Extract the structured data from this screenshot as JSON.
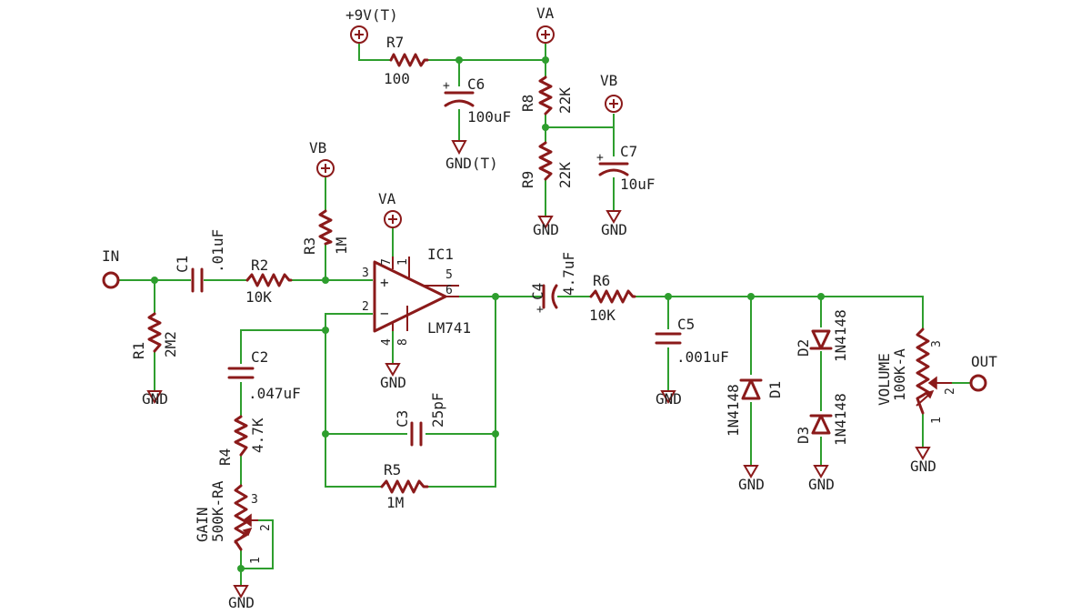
{
  "supplies": {
    "p9v": "+9V(T)",
    "va_top": "VA",
    "vb_top": "VB",
    "vb_r3": "VB",
    "va_ic": "VA"
  },
  "grounds": {
    "gnd_c6": "GND(T)",
    "gnd_r9": "GND",
    "gnd_c7": "GND",
    "gnd_r1": "GND",
    "gnd_ic": "GND",
    "gnd_gain": "GND",
    "gnd_c5": "GND",
    "gnd_d1": "GND",
    "gnd_d3": "GND",
    "gnd_vol": "GND"
  },
  "ports": {
    "in": "IN",
    "out": "OUT"
  },
  "components": {
    "r7": {
      "name": "R7",
      "value": "100"
    },
    "c6": {
      "name": "C6",
      "value": "100uF"
    },
    "r8": {
      "name": "R8",
      "value": "22K"
    },
    "r9": {
      "name": "R9",
      "value": "22K"
    },
    "c7": {
      "name": "C7",
      "value": "10uF"
    },
    "r3": {
      "name": "R3",
      "value": "1M"
    },
    "c1": {
      "name": "C1",
      "value": ".01uF"
    },
    "r2": {
      "name": "R2",
      "value": "10K"
    },
    "r1": {
      "name": "R1",
      "value": "2M2"
    },
    "ic1": {
      "name": "IC1",
      "value": "LM741"
    },
    "c2": {
      "name": "C2",
      "value": ".047uF"
    },
    "r4": {
      "name": "R4",
      "value": "4.7K"
    },
    "gain": {
      "name": "GAIN",
      "value": "500K-RA"
    },
    "c3": {
      "name": "C3",
      "value": "25pF"
    },
    "r5": {
      "name": "R5",
      "value": "1M"
    },
    "c4": {
      "name": "C4",
      "value": "4.7uF"
    },
    "r6": {
      "name": "R6",
      "value": "10K"
    },
    "c5": {
      "name": "C5",
      "value": ".001uF"
    },
    "d1": {
      "name": "D1",
      "value": "1N4148"
    },
    "d2": {
      "name": "D2",
      "value": "1N4148"
    },
    "d3": {
      "name": "D3",
      "value": "1N4148"
    },
    "volume": {
      "name": "VOLUME",
      "value": "100K-A"
    }
  },
  "pins": {
    "ic_p3": "3",
    "ic_p2": "2",
    "ic_p7": "7",
    "ic_p1": "1",
    "ic_p5": "5",
    "ic_p6": "6",
    "ic_p4": "4",
    "ic_p8": "8",
    "ic_plus": "+",
    "ic_minus": "−",
    "gain_p3": "3",
    "gain_p2": "2",
    "gain_p1": "1",
    "vol_p3": "3",
    "vol_p2": "2",
    "vol_p1": "1",
    "plus": "+"
  },
  "colors": {
    "wire": "#2e9e2e",
    "component": "#8b1a1a",
    "text": "#222222",
    "background": "#ffffff"
  }
}
